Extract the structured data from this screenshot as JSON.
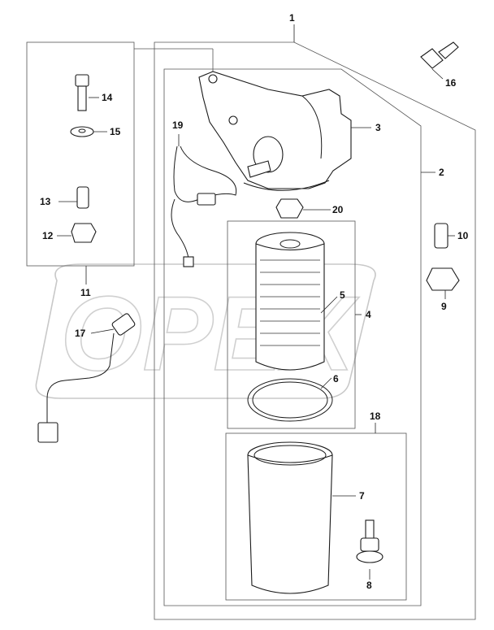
{
  "watermark": {
    "text": "OPEX"
  },
  "colors": {
    "line": "#1a1a1a",
    "watermark": "#c8c8c8",
    "background": "#ffffff"
  },
  "callouts": {
    "c1": "1",
    "c2": "2",
    "c3": "3",
    "c4": "4",
    "c5": "5",
    "c6": "6",
    "c7": "7",
    "c8": "8",
    "c9": "9",
    "c10": "10",
    "c11": "11",
    "c12": "12",
    "c13": "13",
    "c14": "14",
    "c15": "15",
    "c16": "16",
    "c17": "17",
    "c18": "18",
    "c19": "19",
    "c20": "20"
  }
}
